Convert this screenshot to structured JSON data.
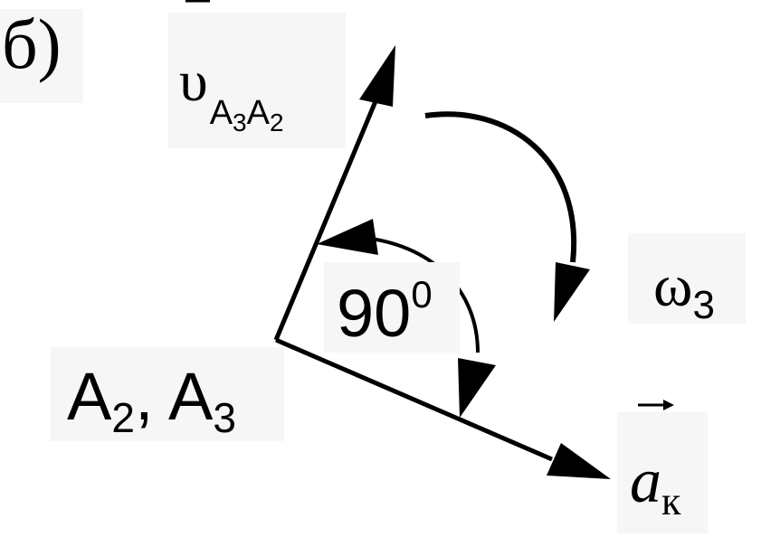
{
  "panel_label": "б)",
  "velocity": {
    "symbol": "υ",
    "sub_1": "A",
    "sub_1_index": "3",
    "sub_2": "A",
    "sub_2_index": "2"
  },
  "omega": {
    "symbol": "ω",
    "index": "3"
  },
  "angle": {
    "value": "90",
    "degree": "0"
  },
  "point": {
    "label": "A",
    "index_1": "2",
    "sep": ", ",
    "label_2": "A",
    "index_2": "3"
  },
  "coriolis": {
    "symbol": "a",
    "sub": "к",
    "vector_mark": "→"
  },
  "colors": {
    "stroke": "#000000",
    "label_bg": "#f6f6f6"
  },
  "icons": [
    "velocity-arrow",
    "acceleration-arrow",
    "rotation-arc-arrow",
    "right-angle-arc-arrow"
  ]
}
